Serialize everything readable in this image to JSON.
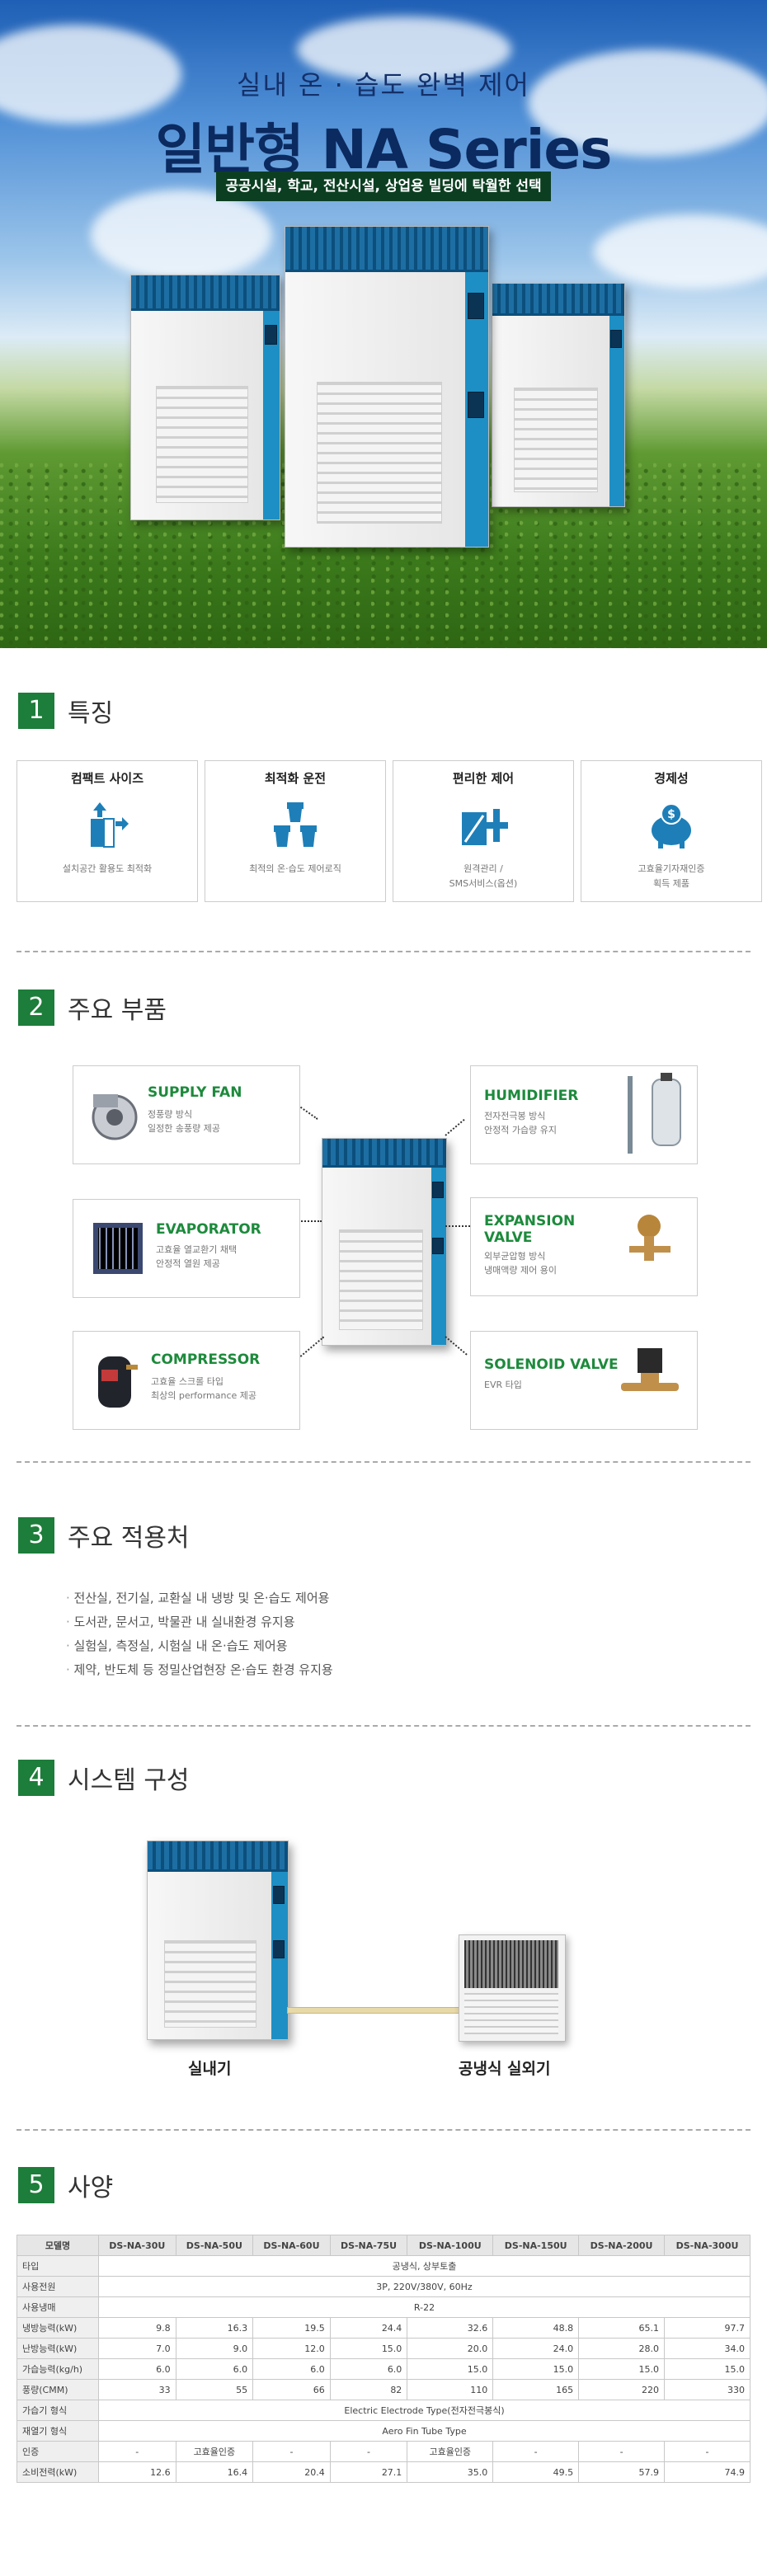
{
  "hero": {
    "subtitle": "실내 온 · 습도 완벽 제어",
    "title": "일반형 NA Series",
    "banner": "공공시설, 학교, 전산시설, 상업용 빌딩에 탁월한 선택"
  },
  "colors": {
    "accent": "#1d7d3a",
    "unit_blue": "#1e8fc4",
    "component_name": "#1d8a3c"
  },
  "sections": {
    "features": {
      "num": "1",
      "title": "특징"
    },
    "components": {
      "num": "2",
      "title": "주요 부품"
    },
    "applications": {
      "num": "3",
      "title": "주요 적용처"
    },
    "system": {
      "num": "4",
      "title": "시스템 구성"
    },
    "spec": {
      "num": "5",
      "title": "사양"
    }
  },
  "features": [
    {
      "title": "컴팩트 사이즈",
      "desc1": "설치공간 활용도 최적화",
      "desc2": "",
      "icon": "compact-size-icon"
    },
    {
      "title": "최적화 운전",
      "desc1": "최적의 온·습도 제어로직",
      "desc2": "",
      "icon": "optimized-operation-icon"
    },
    {
      "title": "편리한 제어",
      "desc1": "원격관리 /",
      "desc2": "SMS서비스(옵션)",
      "icon": "remote-control-icon"
    },
    {
      "title": "경제성",
      "desc1": "고효율기자재인증",
      "desc2": "획득 제품",
      "icon": "piggy-bank-icon"
    }
  ],
  "components": [
    {
      "name": "SUPPLY FAN",
      "desc1": "정풍량 방식",
      "desc2": "일정한 송풍량 제공"
    },
    {
      "name": "EVAPORATOR",
      "desc1": "고효율 열교환기 채택",
      "desc2": "안정적 열원 제공"
    },
    {
      "name": "COMPRESSOR",
      "desc1": "고효율 스크롤 타입",
      "desc2": "최상의 performance 제공"
    },
    {
      "name": "HUMIDIFIER",
      "desc1": "전자전극봉 방식",
      "desc2": "안정적 가습량 유지"
    },
    {
      "name": "EXPANSION",
      "name2": "VALVE",
      "desc1": "외부균압형 방식",
      "desc2": "냉매액량 제어 용이"
    },
    {
      "name": "SOLENOID VALVE",
      "desc1": "EVR 타입",
      "desc2": ""
    }
  ],
  "applications": [
    "전산실, 전기실, 교환실 내 냉방 및 온·습도 제어용",
    "도서관, 문서고, 박물관 내 실내환경 유지용",
    "실험실, 측정실, 시험실 내 온·습도 제어용",
    "제약, 반도체 등 정밀산업현장 온·습도 환경 유지용"
  ],
  "system": {
    "indoor": "실내기",
    "outdoor": "공냉식 실외기"
  },
  "spec": {
    "header_label": "모델명",
    "models": [
      "DS-NA-30U",
      "DS-NA-50U",
      "DS-NA-60U",
      "DS-NA-75U",
      "DS-NA-100U",
      "DS-NA-150U",
      "DS-NA-200U",
      "DS-NA-300U"
    ],
    "span_rows": [
      {
        "label": "타입",
        "value": "공냉식, 상부토출"
      },
      {
        "label": "사용전원",
        "value": "3P, 220V/380V, 60Hz"
      },
      {
        "label": "사용냉매",
        "value": "R-22"
      }
    ],
    "num_rows": [
      {
        "label": "냉방능력(kW)",
        "values": [
          "9.8",
          "16.3",
          "19.5",
          "24.4",
          "32.6",
          "48.8",
          "65.1",
          "97.7"
        ]
      },
      {
        "label": "난방능력(kW)",
        "values": [
          "7.0",
          "9.0",
          "12.0",
          "15.0",
          "20.0",
          "24.0",
          "28.0",
          "34.0"
        ]
      },
      {
        "label": "가습능력(kg/h)",
        "values": [
          "6.0",
          "6.0",
          "6.0",
          "6.0",
          "15.0",
          "15.0",
          "15.0",
          "15.0"
        ]
      },
      {
        "label": "풍량(CMM)",
        "values": [
          "33",
          "55",
          "66",
          "82",
          "110",
          "165",
          "220",
          "330"
        ]
      }
    ],
    "span_rows2": [
      {
        "label": "가습기 형식",
        "value": "Electric Electrode Type(전자전극봉식)"
      },
      {
        "label": "재열기 형식",
        "value": "Aero Fin Tube Type"
      }
    ],
    "cert_row": {
      "label": "인증",
      "values": [
        "-",
        "고효율인증",
        "-",
        "-",
        "고효율인증",
        "-",
        "-",
        "-"
      ]
    },
    "power_row": {
      "label": "소비전력(kW)",
      "values": [
        "12.6",
        "16.4",
        "20.4",
        "27.1",
        "35.0",
        "49.5",
        "57.9",
        "74.9"
      ]
    }
  }
}
